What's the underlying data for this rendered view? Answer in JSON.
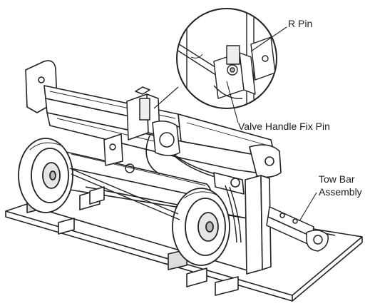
{
  "diagram": {
    "labels": {
      "r_pin": "R Pin",
      "valve_handle_fix_pin": "Valve Handle Fix Pin",
      "tow_bar_line1": "Tow Bar",
      "tow_bar_line2": "Assembly"
    }
  }
}
